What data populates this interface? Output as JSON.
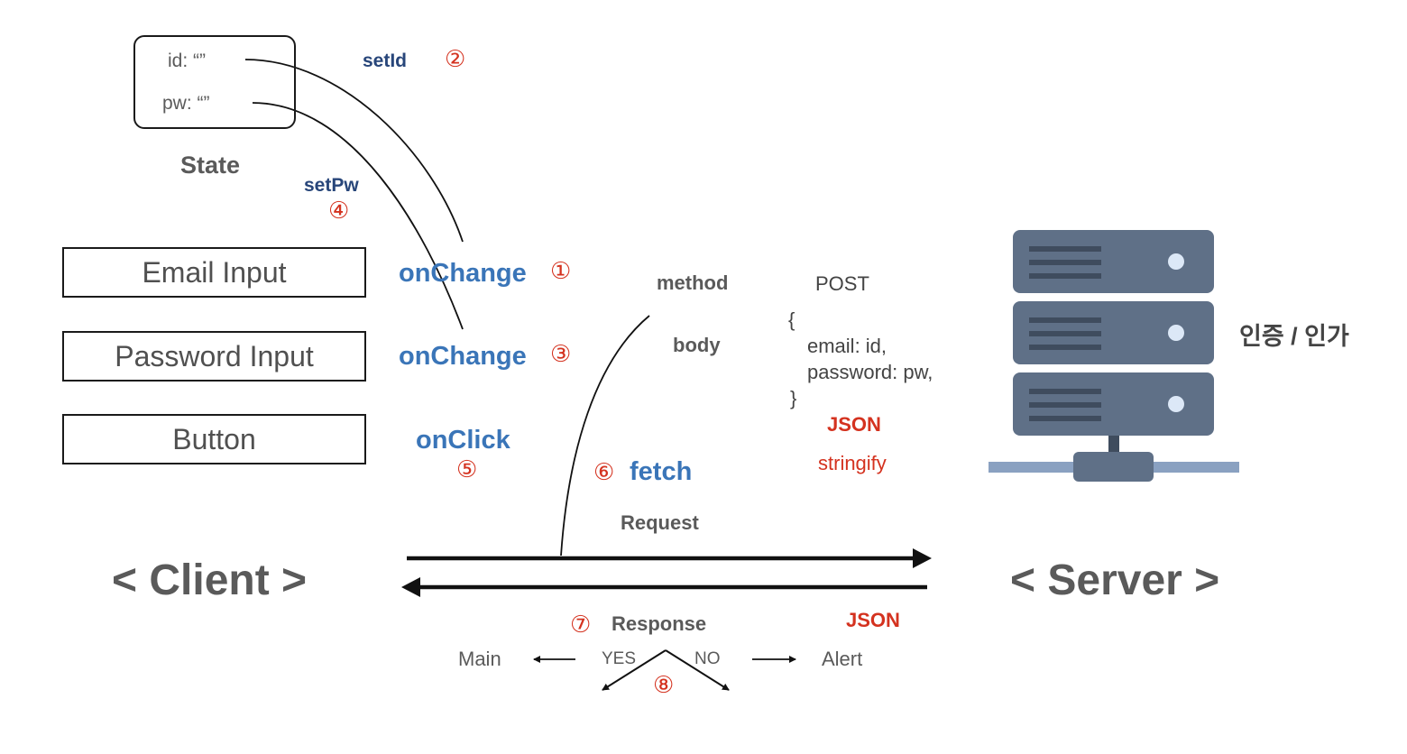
{
  "state": {
    "id_line": "id:  “”",
    "pw_line": "pw:  “”",
    "label": "State"
  },
  "setters": {
    "set_id": "setId",
    "set_pw": "setPw"
  },
  "steps": {
    "s1": "①",
    "s2": "②",
    "s3": "③",
    "s4": "④",
    "s5": "⑤",
    "s6": "⑥",
    "s7": "⑦",
    "s8": "⑧"
  },
  "inputs": {
    "email": "Email Input",
    "password": "Password Input",
    "button": "Button"
  },
  "events": {
    "email_change": "onChange",
    "password_change": "onChange",
    "button_click": "onClick"
  },
  "fetch": "fetch",
  "request_options": {
    "method_key": "method",
    "method_value": "POST",
    "body_key": "body",
    "body_open": "{",
    "body_line1": "email:  id,",
    "body_line2": "password: pw,",
    "body_close": "}",
    "json_label": "JSON",
    "stringify_label": "stringify"
  },
  "flow": {
    "request": "Request",
    "response": "Response",
    "response_json": "JSON",
    "yes": "YES",
    "no": "NO",
    "main": "Main",
    "alert": "Alert"
  },
  "client_label": "< Client >",
  "server_label": "< Server >",
  "server_caption": "인증 / 인가",
  "colors": {
    "server_body": "#5f7087",
    "server_stripe": "#3f4c5e",
    "server_light": "#dce8f7",
    "server_rail": "#8aa1c1",
    "event_blue": "#3a75b8",
    "setter_navy": "#28467a",
    "step_red": "#d4321f"
  },
  "icons": {
    "server": "server-rack-icon"
  }
}
